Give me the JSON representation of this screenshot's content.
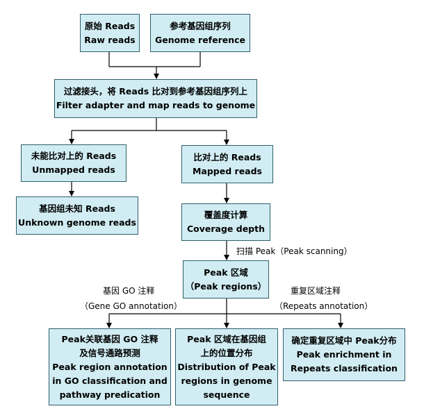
{
  "colors": {
    "box_fill": "#d1edf3",
    "box_border": "#2e5d69",
    "line": "#000000"
  },
  "nodes": {
    "raw_reads": {
      "zh": "原始 Reads",
      "en": "Raw reads"
    },
    "genome_reference": {
      "zh": "参考基因组序列",
      "en": "Genome reference"
    },
    "filter_map": {
      "zh": "过滤接头，将 Reads 比对到参考基因组序列上",
      "en": "Filter adapter and map reads to genome"
    },
    "unmapped_reads": {
      "zh": "未能比对上的 Reads",
      "en": "Unmapped reads"
    },
    "mapped_reads": {
      "zh": "比对上的  Reads",
      "en": "Mapped reads"
    },
    "unknown_genome": {
      "zh": "基因组未知  Reads",
      "en": "Unknown genome reads"
    },
    "coverage_depth": {
      "zh": "覆盖度计算",
      "en": "Coverage depth"
    },
    "peak_regions": {
      "zh": "Peak  区域",
      "en": "（Peak regions）"
    },
    "go_annotation": {
      "zh1": "Peak关联基因 GO 注释",
      "zh2": "及信号通路预测",
      "en1": "Peak region annotation",
      "en2": "in GO classification and",
      "en3": "pathway predication"
    },
    "distribution": {
      "zh1": "Peak  区域在基因组",
      "zh2": "上的位置分布",
      "en1": "Distribution of Peak",
      "en2": "regions in genome",
      "en3": "sequence"
    },
    "repeats_enrichment": {
      "zh": "确定重复区域中 Peak分布",
      "en1": "Peak enrichment in",
      "en2": "Repeats classification"
    }
  },
  "edge_labels": {
    "peak_scanning": "扫描 Peak（Peak  scanning）",
    "go_zh": "基因 GO  注释",
    "go_en": "（Gene GO annotation）",
    "repeats_zh": "重复区域注释",
    "repeats_en": "（Repeats annotation）"
  }
}
